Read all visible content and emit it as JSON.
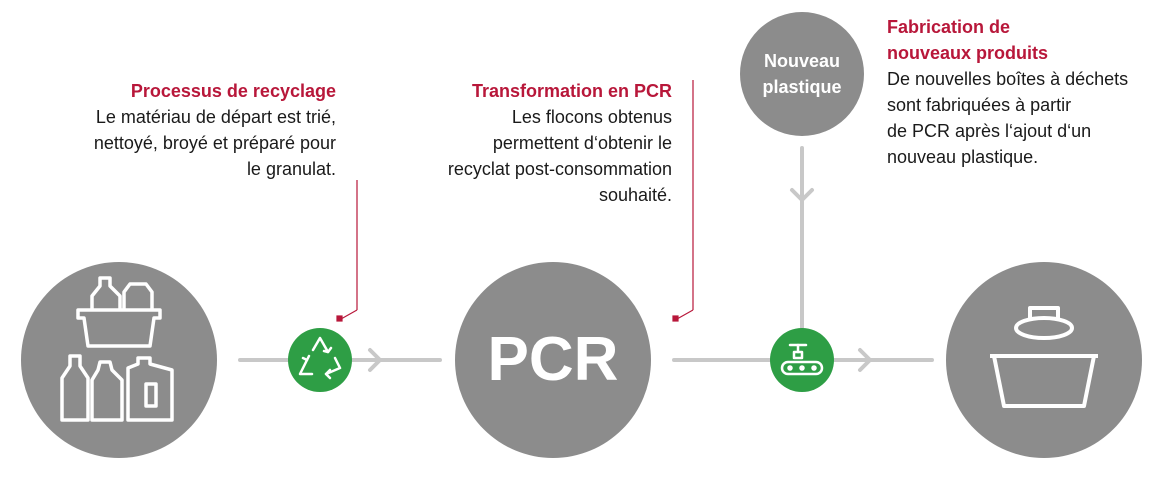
{
  "colors": {
    "accent": "#b8173a",
    "circle": "#8c8c8c",
    "green": "#2e9e45",
    "arrow": "#c8c8c8",
    "text": "#1a1a1a"
  },
  "steps": {
    "recycling": {
      "title": "Processus de recyclage",
      "lines": [
        "Le matériau de départ est trié,",
        "nettoyé, broyé et préparé pour",
        "le granulat."
      ]
    },
    "pcr_transform": {
      "title": "Transformation en PCR",
      "lines": [
        "Les flocons obtenus",
        "permettent d‘obtenir le",
        "recyclat post-consommation",
        "souhaité."
      ]
    },
    "manufacturing": {
      "title_lines": [
        "Fabrication de",
        "nouveaux produits"
      ],
      "lines": [
        "De nouvelles boîtes à déchets",
        "sont fabriquées à partir",
        "de PCR après l‘ajout d‘un",
        "nouveau plastique."
      ]
    }
  },
  "nodes": {
    "pcr": "PCR",
    "new_plastic": [
      "Nouveau",
      "plastique"
    ]
  },
  "icons": {
    "waste": "waste-containers-icon",
    "recycle": "recycle-icon",
    "factory": "conveyor-icon",
    "product": "bin-icon"
  }
}
